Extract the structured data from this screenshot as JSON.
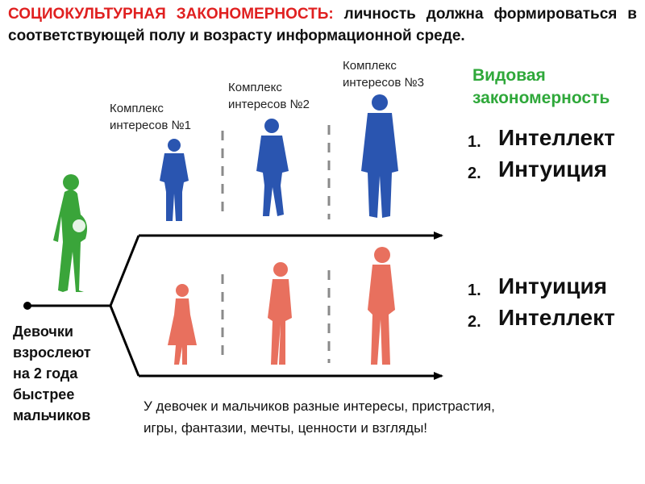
{
  "header": {
    "bold_red": "СОЦИОКУЛЬТУРНАЯ ЗАКОНОМЕРНОСТЬ:",
    "rest": "личность должна формироваться в соответствующей полу и возрасту информационной среде."
  },
  "complex_labels": {
    "c1": [
      "Комплекс",
      "интересов №1"
    ],
    "c2": [
      "Комплекс",
      "интересов №2"
    ],
    "c3": [
      "Комплекс",
      "интересов №3"
    ]
  },
  "vid": [
    "Видовая",
    "закономерность"
  ],
  "boys_list": [
    {
      "n": "1.",
      "t": "Интеллект"
    },
    {
      "n": "2.",
      "t": "Интуиция"
    }
  ],
  "girls_list": [
    {
      "n": "1.",
      "t": "Интуиция"
    },
    {
      "n": "2.",
      "t": "Интеллект"
    }
  ],
  "girls_text": [
    "Девочки",
    "взрослеют",
    "на 2 года",
    "быстрее",
    "мальчиков"
  ],
  "bottom_text": [
    "У девочек и мальчиков разные интересы, пристрастия,",
    "игры, фантазии, мечты, ценности и взгляды!"
  ],
  "colors": {
    "boys": "#2a55b0",
    "girls": "#e8705e",
    "mother": "#3aa53a",
    "accent_red": "#e02020",
    "accent_green": "#2fa83a"
  }
}
